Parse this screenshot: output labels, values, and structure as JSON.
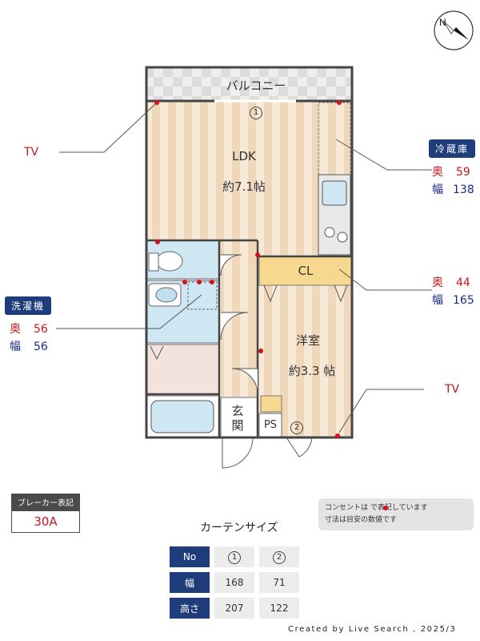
{
  "rooms": {
    "balcony": "バルコニー",
    "ldk_name": "LDK",
    "ldk_size": "約7.1帖",
    "cl": "CL",
    "western_name": "洋室",
    "western_size": "約3.3 帖",
    "entrance": "玄関",
    "ps": "PS",
    "window1": "1",
    "window2": "2"
  },
  "tv_left": "TV",
  "tv_right": "TV",
  "fridge": {
    "title": "冷蔵庫",
    "depth_key": "奥",
    "depth_value": "59",
    "width_key": "幅",
    "width_value": "138"
  },
  "closet": {
    "depth_key": "奥",
    "depth_value": "44",
    "width_key": "幅",
    "width_value": "165"
  },
  "washer": {
    "title": "洗濯機",
    "depth_key": "奥",
    "depth_value": "56",
    "width_key": "幅",
    "width_value": "56"
  },
  "breaker": {
    "label": "ブレーカー表記",
    "value": "30A"
  },
  "note": {
    "line1": "コンセントは   で表記しています",
    "line2": "寸法は目安の数値です"
  },
  "curtain": {
    "title": "カーテンサイズ",
    "header": [
      "No",
      "1",
      "2"
    ],
    "rows": [
      {
        "label": "幅",
        "values": [
          "168",
          "71"
        ]
      },
      {
        "label": "高さ",
        "values": [
          "207",
          "122"
        ]
      }
    ]
  },
  "credit": "Created by Live Search , 2025/3",
  "compass": "N",
  "colors": {
    "wall": "#444444",
    "floor_light": "#f7e9d6",
    "floor_dark": "#efd7bb",
    "wet": "#cfe7f2",
    "closet": "#f6d98f",
    "outlet": "#d8101b",
    "tag": "#1f3d7a"
  }
}
